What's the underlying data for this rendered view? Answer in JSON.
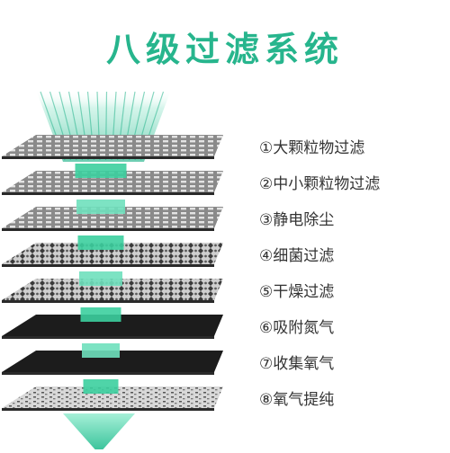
{
  "title": "八级过滤系统",
  "colors": {
    "accent": "#27b58d",
    "accent_light": "#7fe0c2",
    "text": "#333333"
  },
  "layers": [
    {
      "label": "①大颗粒物过滤",
      "texture": "grey-mesh"
    },
    {
      "label": "②中小颗粒物过滤",
      "texture": "grey-mesh"
    },
    {
      "label": "③静电除尘",
      "texture": "grey-mesh"
    },
    {
      "label": "④细菌过滤",
      "texture": "patterned-grey"
    },
    {
      "label": "⑤干燥过滤",
      "texture": "patterned-grey"
    },
    {
      "label": "⑥吸附氮气",
      "texture": "black"
    },
    {
      "label": "⑦收集氧气",
      "texture": "black"
    },
    {
      "label": "⑧氧气提纯",
      "texture": "speckled-grey"
    }
  ],
  "airflow_icon": "down-arrow-icon"
}
